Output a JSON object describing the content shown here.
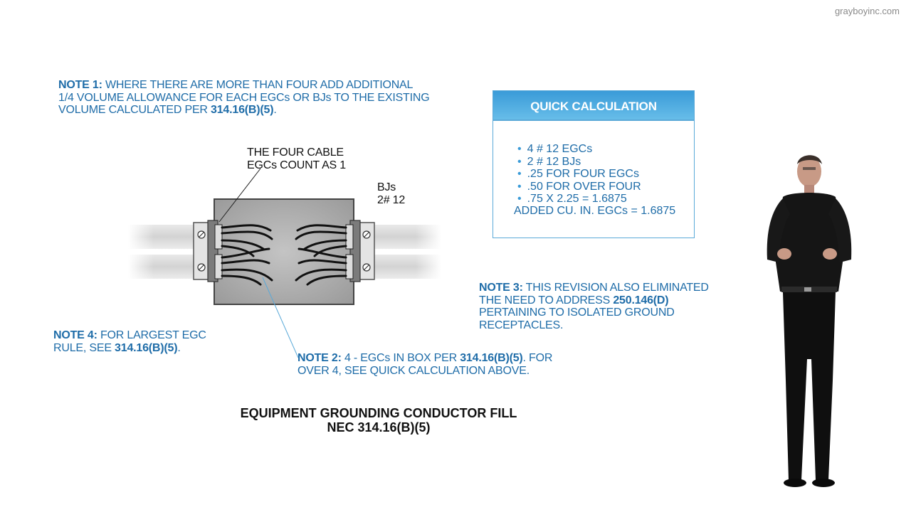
{
  "watermark": "grayboyinc.com",
  "note1": {
    "label": "NOTE 1:",
    "line1": " WHERE THERE ARE MORE THAN FOUR ADD ADDITIONAL",
    "line2": "1/4 VOLUME ALLOWANCE FOR EACH EGCs OR BJs TO THE EXISTING",
    "line3a": "VOLUME CALCULATED PER ",
    "line3b": "314.16(B)(5)",
    "line3c": "."
  },
  "cable_label": {
    "line1": "THE FOUR CABLE",
    "line2": "EGCs COUNT AS 1"
  },
  "bj_label": {
    "line1": "BJs",
    "line2": "2# 12"
  },
  "quick_calc": {
    "title": "QUICK CALCULATION",
    "items": [
      "4 # 12 EGCs",
      "2 # 12 BJs",
      ".25 FOR FOUR EGCs",
      ".50 FOR OVER FOUR",
      ".75 X 2.25 = 1.6875"
    ],
    "bullet": "•",
    "total": "ADDED CU. IN. EGCs = 1.6875"
  },
  "note3": {
    "label": "NOTE 3:",
    "line1": " THIS REVISION ALSO ELIMINATED",
    "line2a": "THE NEED TO ADDRESS ",
    "line2b": "250.146(D)",
    "line3": "PERTAINING TO ISOLATED GROUND",
    "line4": "RECEPTACLES."
  },
  "note4": {
    "label": "NOTE 4:",
    "line1": " FOR LARGEST EGC",
    "line2a": "RULE, SEE ",
    "line2b": "314.16(B)(5)",
    "line2c": "."
  },
  "note2": {
    "label": "NOTE 2:",
    "line1a": " 4 - EGCs IN BOX PER ",
    "line1b": "314.16(B)(5)",
    "line1c": ". FOR",
    "line2": "OVER 4, SEE QUICK CALCULATION ABOVE."
  },
  "footer_title": {
    "line1": "EQUIPMENT GROUNDING CONDUCTOR FILL",
    "line2": "NEC 314.16(B)(5)"
  },
  "colors": {
    "note_blue": "#1e6ca8",
    "header_blue": "#3a9bd8",
    "box_border": "#5aa9d8"
  }
}
